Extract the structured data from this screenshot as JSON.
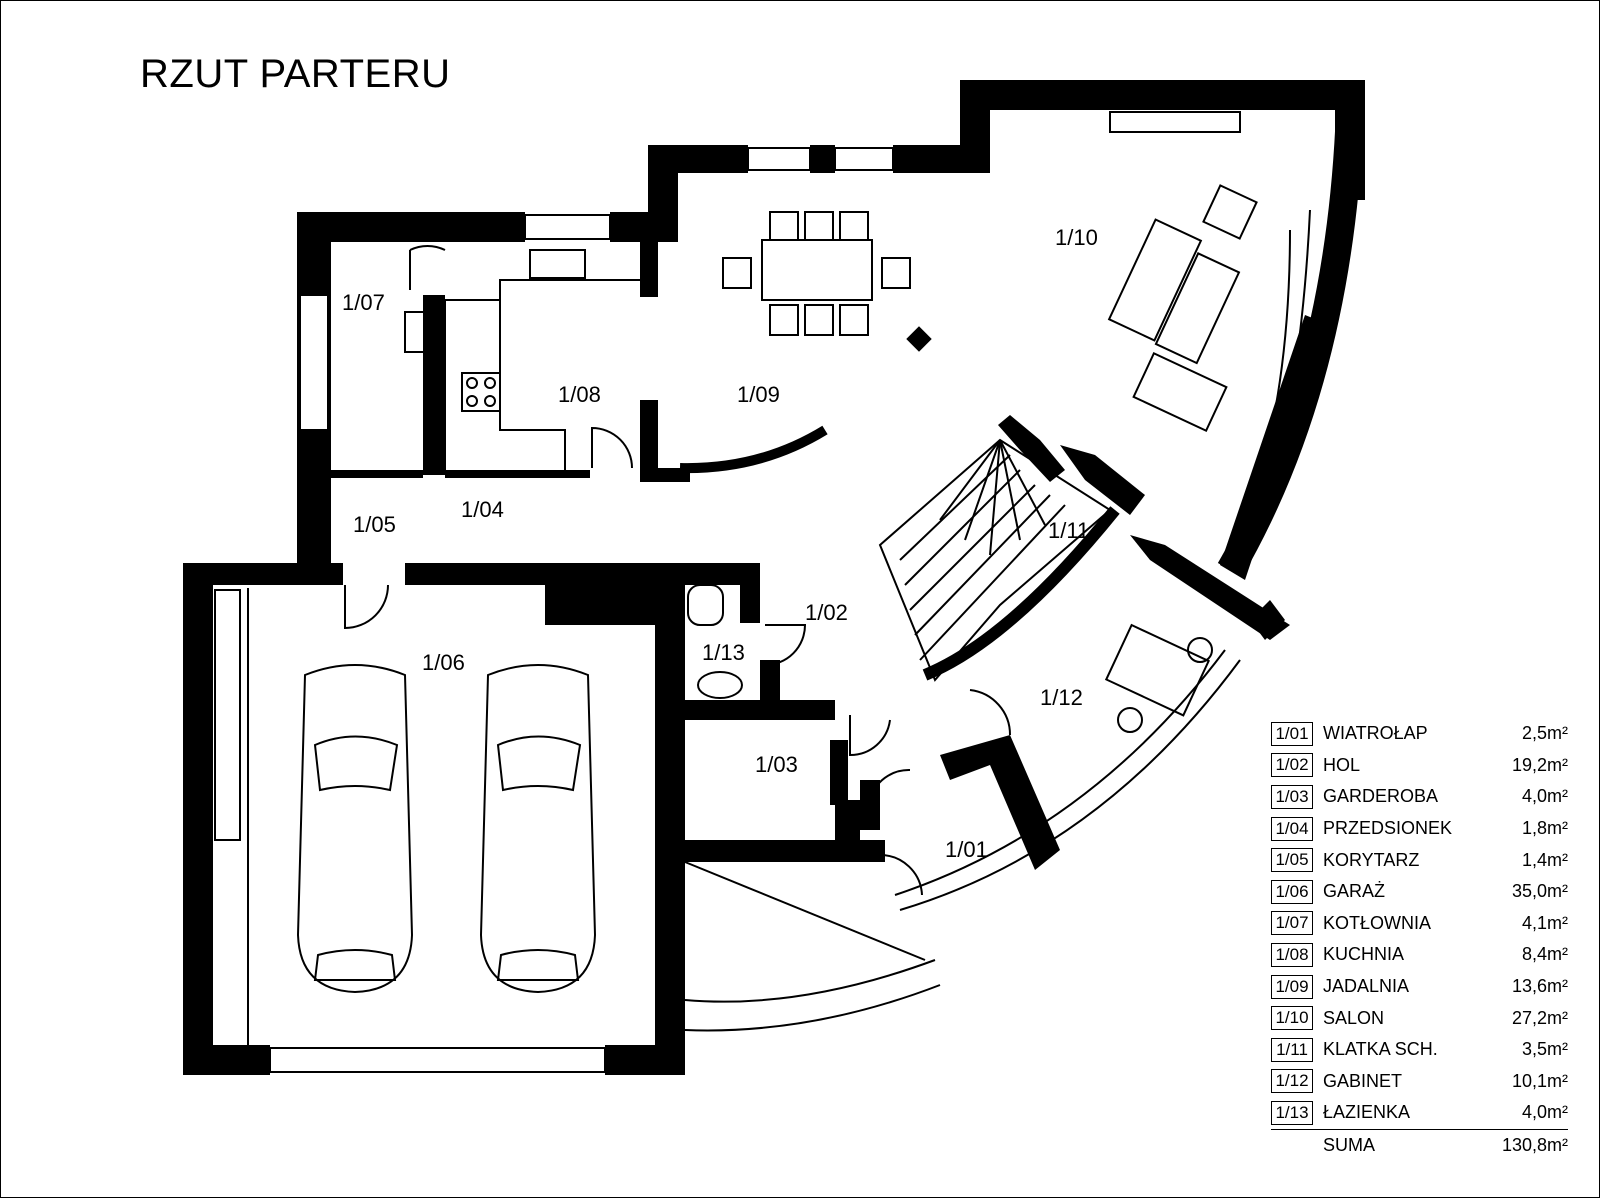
{
  "title": "RZUT PARTERU",
  "rooms": [
    {
      "code": "1/01",
      "name": "WIATROŁAP",
      "area": "2,5m²"
    },
    {
      "code": "1/02",
      "name": "HOL",
      "area": "19,2m²"
    },
    {
      "code": "1/03",
      "name": "GARDEROBA",
      "area": "4,0m²"
    },
    {
      "code": "1/04",
      "name": "PRZEDSIONEK",
      "area": "1,8m²"
    },
    {
      "code": "1/05",
      "name": "KORYTARZ",
      "area": "1,4m²"
    },
    {
      "code": "1/06",
      "name": "GARAŻ",
      "area": "35,0m²"
    },
    {
      "code": "1/07",
      "name": "KOTŁOWNIA",
      "area": "4,1m²"
    },
    {
      "code": "1/08",
      "name": "KUCHNIA",
      "area": "8,4m²"
    },
    {
      "code": "1/09",
      "name": "JADALNIA",
      "area": "13,6m²"
    },
    {
      "code": "1/10",
      "name": "SALON",
      "area": "27,2m²"
    },
    {
      "code": "1/11",
      "name": "KLATKA SCH.",
      "area": "3,5m²"
    },
    {
      "code": "1/12",
      "name": "GABINET",
      "area": "10,1m²"
    },
    {
      "code": "1/13",
      "name": "ŁAZIENKA",
      "area": "4,0m²"
    }
  ],
  "sum": {
    "label": "SUMA",
    "area": "130,8m²"
  }
}
